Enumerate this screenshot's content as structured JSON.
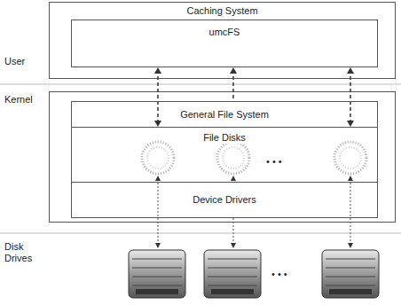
{
  "diagram": {
    "nodes": [
      {
        "text": [
          "Caching System"
        ]
      },
      {
        "text": [
          "umcFS"
        ],
        "in": 0
      },
      {
        "text": [
          "General File System"
        ]
      },
      {
        "text": [
          "File Disks"
        ]
      },
      {
        "text": [
          "Device Drivers"
        ]
      }
    ],
    "edges": [
      {
        "from": 1,
        "to": 3,
        "arrow": "both"
      },
      {
        "from": 1,
        "to": 3,
        "arrow": "both"
      },
      {
        "from": 1,
        "to": 3,
        "arrow": "both"
      }
    ],
    "labels": [
      "User",
      "Kernel",
      "Disk Drives",
      "• • •",
      "• • •"
    ]
  }
}
